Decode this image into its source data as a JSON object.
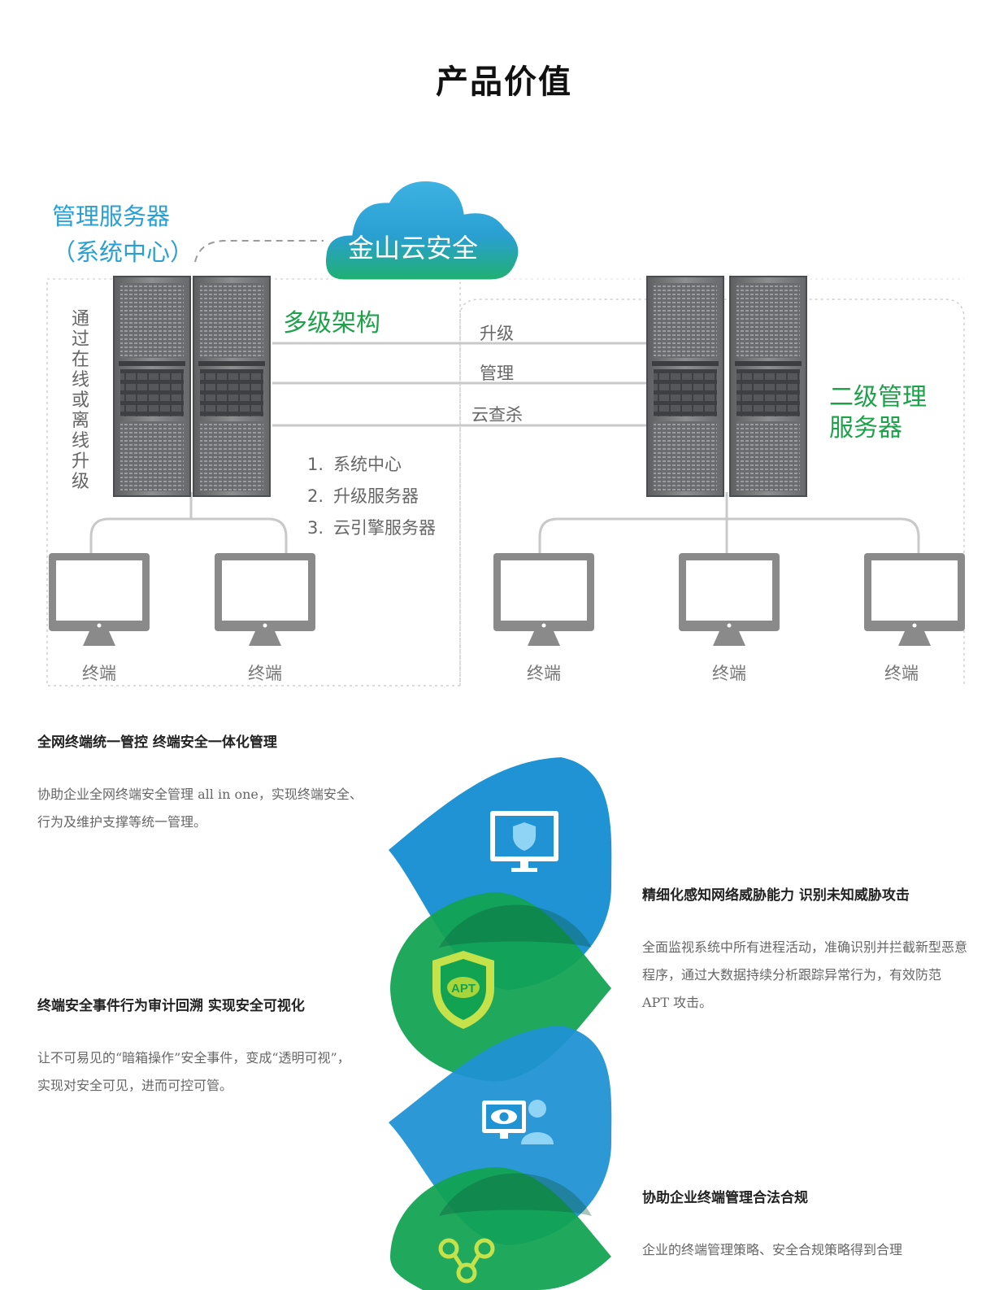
{
  "page_title": "产品价值",
  "diagram": {
    "cloud_label": "金山云安全",
    "mgmt_server": {
      "line1": "管理服务器",
      "line2": "（系统中心）"
    },
    "vertical_label": "通过在线或离线升级",
    "multi_level": "多级架构",
    "connections": [
      "升级",
      "管理",
      "云查杀"
    ],
    "components": [
      {
        "num": "1.",
        "text": "系统中心"
      },
      {
        "num": "2.",
        "text": "升级服务器"
      },
      {
        "num": "3.",
        "text": "云引擎服务器"
      }
    ],
    "secondary_server": {
      "line1": "二级管理",
      "line2": "服务器"
    },
    "terminal_label": "终端",
    "colors": {
      "blue": "#2a9fd2",
      "green": "#1da24a",
      "server": "#7d7f82",
      "monitor": "#8a8a8a",
      "line": "#c9c9c9"
    }
  },
  "features": [
    {
      "title": "全网终端统一管控  终端安全一体化管理",
      "desc": "协助企业全网终端安全管理 all in one，实现终端安全、行为及维护支撑等统一管理。"
    },
    {
      "title": "精细化感知网络威胁能力  识别未知威胁攻击",
      "desc": "全面监视系统中所有进程活动，准确识别并拦截新型恶意程序，通过大数据持续分析跟踪异常行为，有效防范 APT 攻击。"
    },
    {
      "title": "终端安全事件行为审计回溯  实现安全可视化",
      "desc": "让不可易见的“暗箱操作”安全事件，变成“透明可视”，实现对安全可见，进而可控可管。"
    },
    {
      "title": "协助企业终端管理合法合规",
      "desc": "企业的终端管理策略、安全合规策略得到合理"
    }
  ],
  "icons": [
    "monitor-shield-icon",
    "apt-shield-icon",
    "eye-user-icon",
    "network-nodes-icon"
  ],
  "apt_badge": "APT"
}
